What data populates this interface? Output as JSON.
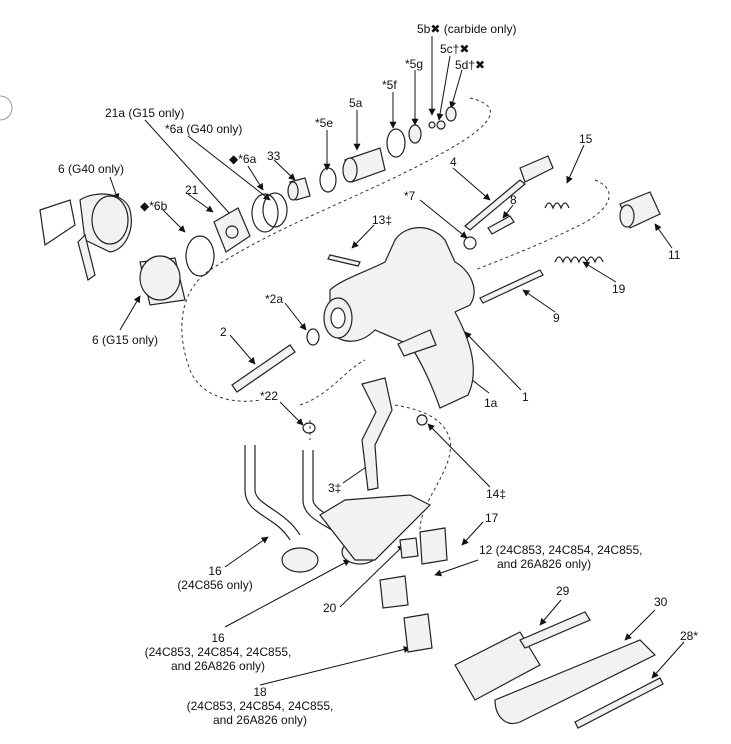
{
  "diagram": {
    "line_color": "#111111",
    "part_fill": "#f2f2f2",
    "part_stroke": "#222222",
    "dashed_color": "#333333",
    "labels": {
      "l5b": "5b✖ (carbide only)",
      "l5c": "5c†✖",
      "l5d": "5d†✖",
      "l5g": "*5g",
      "l5f": "*5f",
      "l5a": "5a",
      "l5e": "*5e",
      "l21a": "21a (G15 only)",
      "l6a_g40": "*6a (G40 only)",
      "l6a": "◆*6a",
      "l33": "33",
      "l6_g40": "6 (G40 only)",
      "l21": "21",
      "l6b": "◆*6b",
      "l4": "4",
      "l15": "15",
      "l8": "8",
      "l7": "*7",
      "l13": "13‡",
      "l11": "11",
      "l19": "19",
      "l9": "9",
      "l6_g15": "6 (G15 only)",
      "l2a": "*2a",
      "l2": "2",
      "l22": "*22",
      "l1a": "1a",
      "l1": "1",
      "l3": "3‡",
      "l14": "14‡",
      "l17": "17",
      "l16a_line1": "16",
      "l16a_line2": "(24C856 only)",
      "l12_line1": "12 (24C853, 24C854, 24C855,",
      "l12_line2": "and 26A826 only)",
      "l20": "20",
      "l29": "29",
      "l30": "30",
      "l28": "28*",
      "l16b_line1": "16",
      "l16b_line2": "(24C853, 24C854, 24C855,",
      "l16b_line3": "and 26A826 only)",
      "l18_line1": "18",
      "l18_line2": "(24C853, 24C854, 24C855,",
      "l18_line3": "and 26A826 only)"
    }
  }
}
